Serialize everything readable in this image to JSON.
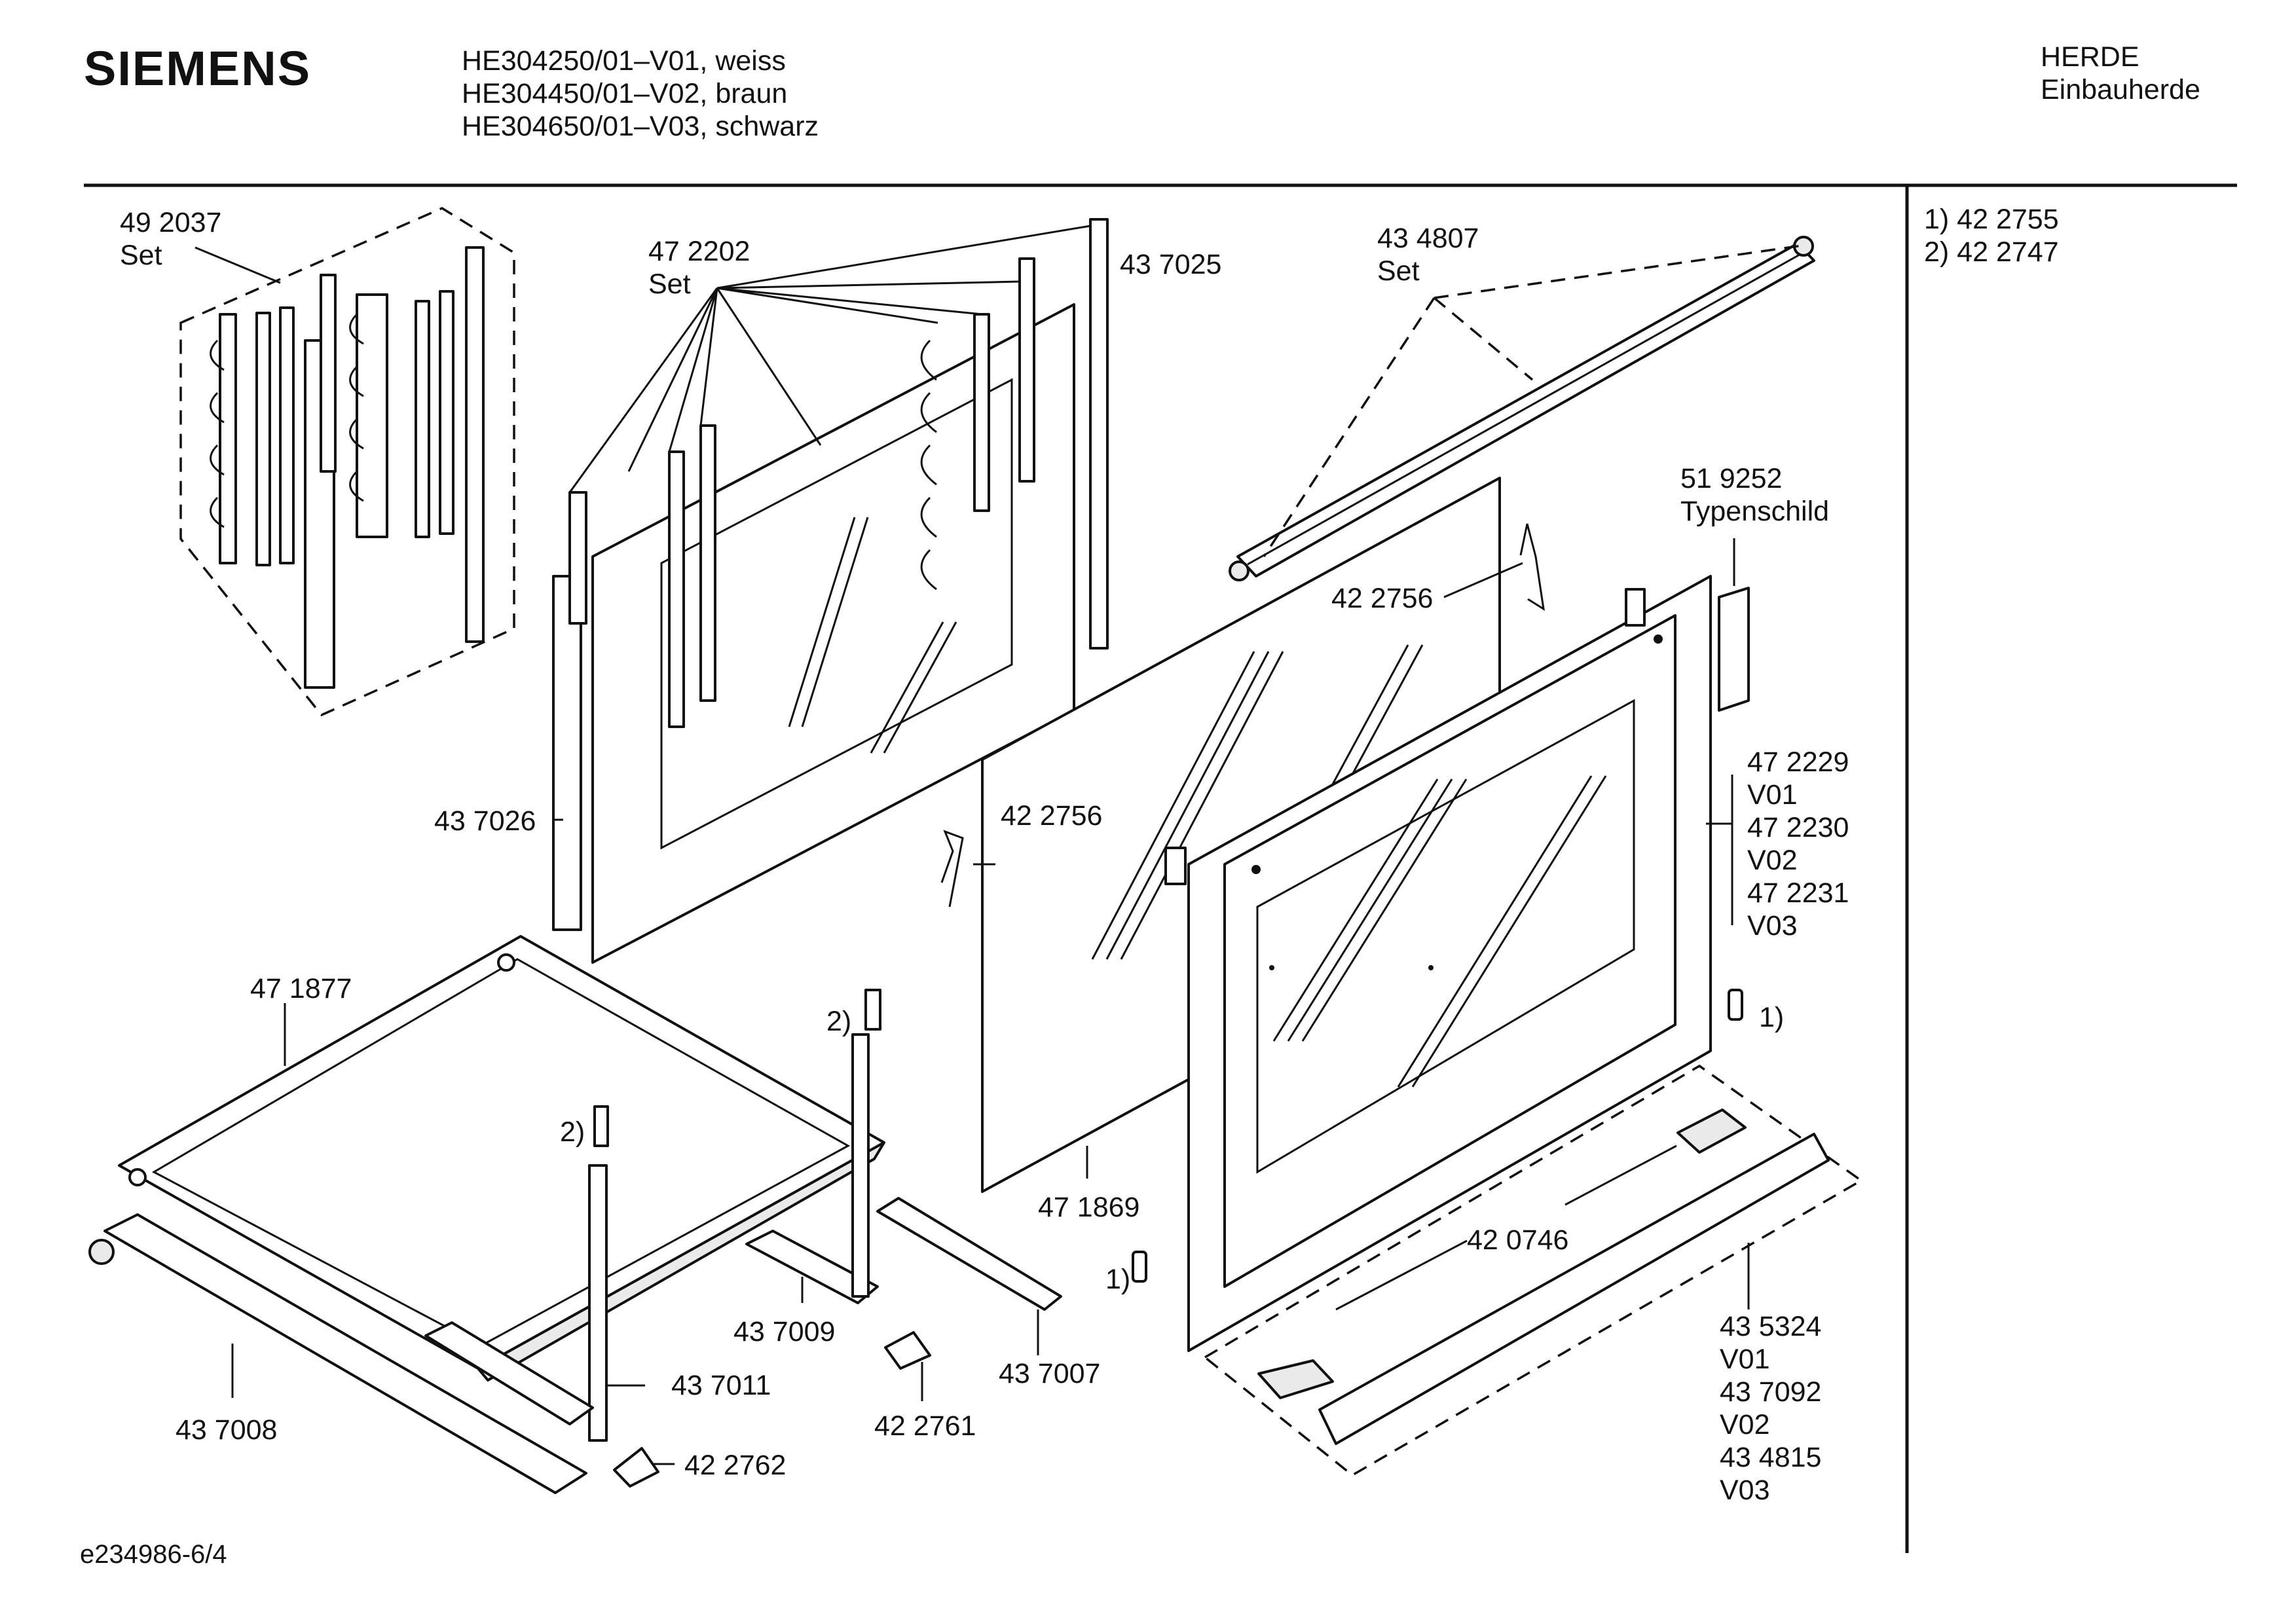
{
  "header": {
    "brand": "SIEMENS",
    "models": [
      "HE304250/01–V01, weiss",
      "HE304450/01–V02, braun",
      "HE304650/01–V03, schwarz"
    ],
    "category": [
      "HERDE",
      "Einbauherde"
    ]
  },
  "notes": [
    "1) 42 2755",
    "2) 42 2747"
  ],
  "footer": "e234986‑6/4",
  "callouts": {
    "c492037": [
      "49 2037",
      "Set"
    ],
    "c472202": [
      "47 2202",
      "Set"
    ],
    "c437025": [
      "43 7025"
    ],
    "c434807": [
      "43 4807",
      "Set"
    ],
    "c519252": [
      "51 9252",
      "Typenschild"
    ],
    "c422756a": [
      "42 2756"
    ],
    "c422756b": [
      "42 2756"
    ],
    "c437026": [
      "43 7026"
    ],
    "c472229": [
      "47 2229",
      "V01",
      "47 2230",
      "V02",
      "47 2231",
      "V03"
    ],
    "c471877": [
      "47 1877"
    ],
    "n2a": [
      "2)"
    ],
    "n2b": [
      "2)"
    ],
    "n1a": [
      "1)"
    ],
    "n1b": [
      "1)"
    ],
    "c471869": [
      "47 1869"
    ],
    "c420746": [
      "42 0746"
    ],
    "c435324": [
      "43 5324",
      "V01",
      "43 7092",
      "V02",
      "43 4815",
      "V03"
    ],
    "c437009": [
      "43 7009"
    ],
    "c437011": [
      "43 7011"
    ],
    "c437007": [
      "43 7007"
    ],
    "c437008": [
      "43 7008"
    ],
    "c422761": [
      "42 2761"
    ],
    "c422762": [
      "42 2762"
    ]
  }
}
